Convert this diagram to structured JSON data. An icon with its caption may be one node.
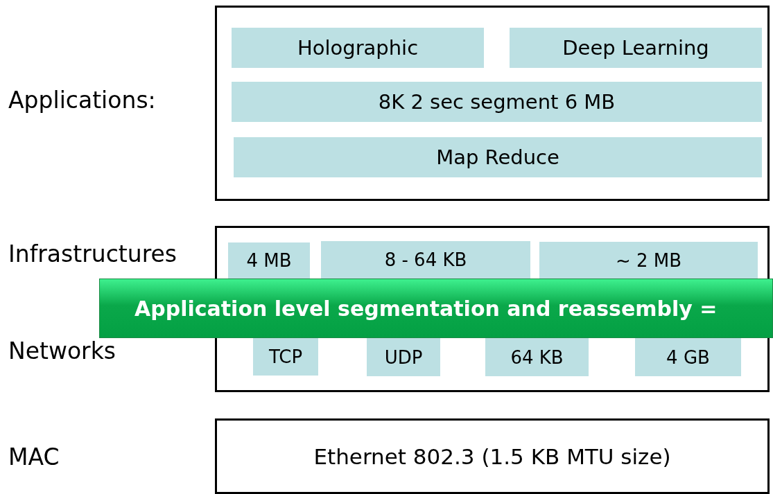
{
  "diagram": {
    "nodes": [
      {
        "text": [],
        "shape": "box"
      },
      {
        "text": [
          "Holographic"
        ],
        "in": 0
      },
      {
        "text": [
          "Deep Learning"
        ],
        "in": 0
      },
      {
        "text": [
          "8K 2 sec segment 6 MB"
        ],
        "in": 0
      },
      {
        "text": [
          "Map Reduce"
        ],
        "in": 0
      },
      {
        "text": [],
        "shape": "box"
      },
      {
        "text": [
          "4 MB"
        ],
        "in": 5
      },
      {
        "text": [
          "8 - 64 KB"
        ],
        "in": 5
      },
      {
        "text": [
          "~ 2 MB"
        ],
        "in": 5
      },
      {
        "text": [
          "Application level segmentation and reassembly ="
        ]
      },
      {
        "text": [
          "TCP"
        ],
        "in": 5
      },
      {
        "text": [
          "UDP"
        ],
        "in": 5
      },
      {
        "text": [
          "64 KB"
        ],
        "in": 5
      },
      {
        "text": [
          "4 GB"
        ],
        "in": 5
      },
      {
        "text": [
          "Ethernet 802.3 (1.5 KB MTU size)"
        ]
      }
    ],
    "edges": [],
    "labels": [
      "Applications:",
      "Infrastructures",
      "Networks",
      "MAC"
    ]
  }
}
